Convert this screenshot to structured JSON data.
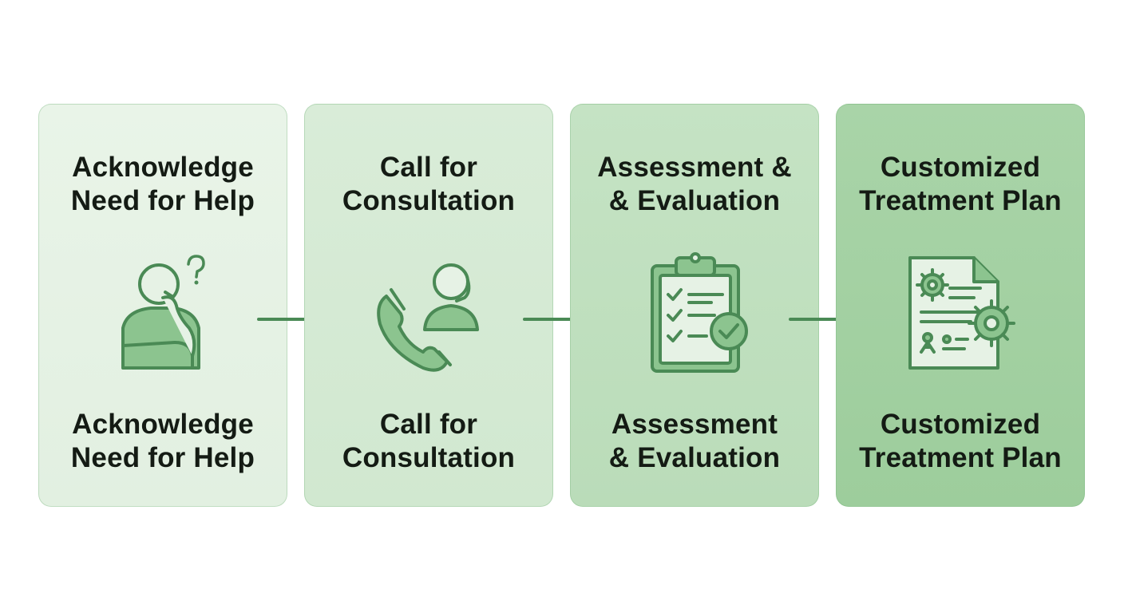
{
  "steps": [
    {
      "top_lines": [
        "Acknowledge",
        "Need for Help"
      ],
      "bottom_lines": [
        "Acknowledge",
        "Need for Help"
      ],
      "icon": "thinking-person-icon"
    },
    {
      "top_lines": [
        "Call for",
        "Consultation"
      ],
      "bottom_lines": [
        "Call for",
        "Consultation"
      ],
      "icon": "phone-consultant-icon"
    },
    {
      "top_lines": [
        "Assessment &",
        "& Evaluation"
      ],
      "bottom_lines": [
        "Assessment",
        "& Evaluation"
      ],
      "icon": "clipboard-check-icon"
    },
    {
      "top_lines": [
        "Customized",
        "Treatment Plan"
      ],
      "bottom_lines": [
        "Customized",
        "Treatment Plan"
      ],
      "icon": "document-gear-icon"
    }
  ],
  "colors": {
    "icon_stroke": "#4a8a55",
    "icon_fill": "#8cc48f",
    "arrow": "#4a8a55",
    "text": "#141b14"
  }
}
